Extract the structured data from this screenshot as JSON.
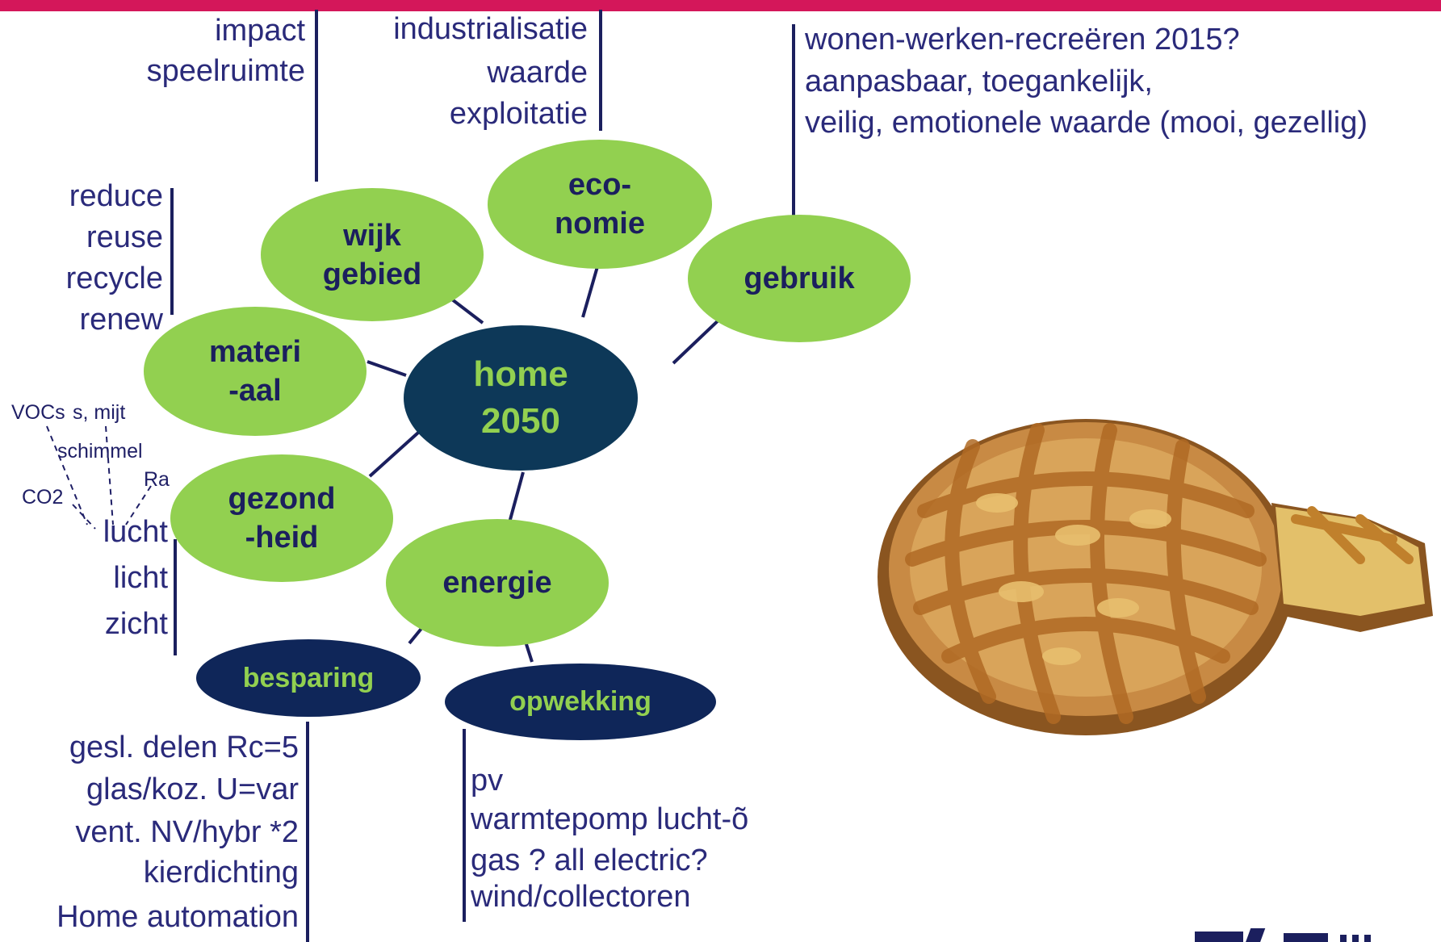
{
  "colors": {
    "topbar": "#d4175a",
    "link": "#1b1f5e",
    "leaf": "#92d050",
    "hub": "#0d3858",
    "sub": "#0f2659",
    "text": "#2a2a7a"
  },
  "nodes": {
    "hub": "home\n2050",
    "wijk": "wijk\ngebied",
    "economie": "eco-\nnomie",
    "gebruik": "gebruik",
    "materiaal": "materi\n-aal",
    "gezondheid": "gezond\n-heid",
    "energie": "energie",
    "besparing": "besparing",
    "opwekking": "opwekking"
  },
  "wijk_items": [
    "impact",
    "speelruimte"
  ],
  "economie_items": [
    "industrialisatie",
    "waarde",
    "exploitatie"
  ],
  "gebruik_items": [
    "wonen-werken-recreëren 2015?",
    "aanpasbaar, toegankelijk,",
    "veilig, emotionele waarde (mooi, gezellig)"
  ],
  "materiaal_items": [
    "reduce",
    "reuse",
    "recycle",
    "renew"
  ],
  "gezondheid_items": [
    "lucht",
    "licht",
    "zicht"
  ],
  "lucht_sub": {
    "vocs": "VOCs",
    "mijt": "s, mijt",
    "schimmel": "schimmel",
    "ra": "Ra",
    "co2": "CO2"
  },
  "besparing_items": [
    "gesl. delen Rc=5",
    "glas/koz. U=var",
    "vent. NV/hybr *2",
    "kierdichting",
    "Home automation"
  ],
  "opwekking_items": [
    "pv",
    "warmtepomp lucht-õ",
    "gas ? all electric?",
    "wind/collectoren"
  ],
  "image": "apple-pie-icon"
}
